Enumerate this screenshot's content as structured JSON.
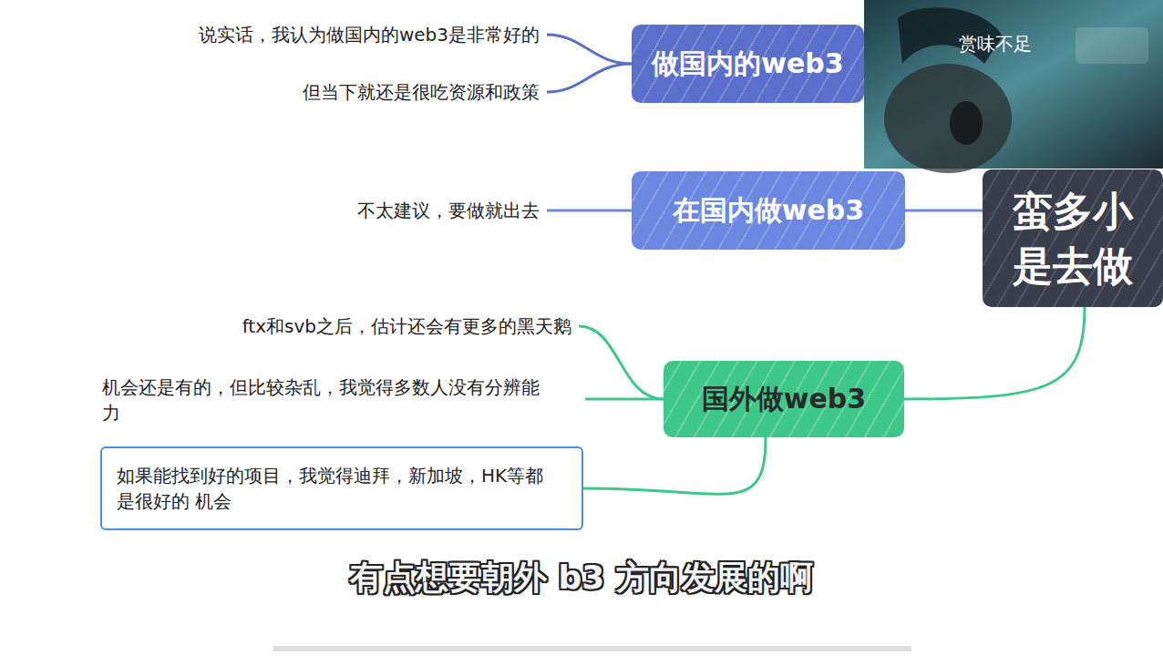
{
  "diagram": {
    "caption": "有点想要朝外 b3 方向发展的啊",
    "nodes": [
      {
        "text": [
          "做国内的web3"
        ]
      },
      {
        "text": [
          "在国内做web3"
        ]
      },
      {
        "text": [
          "蛮多小 是去做"
        ]
      },
      {
        "text": [
          "国外做web3"
        ]
      },
      {
        "text": [
          "如果能找到好的项目，我觉得迪拜，新加坡，HK等都是很好的 机会"
        ]
      }
    ],
    "edges": [
      {
        "from": 2,
        "to": 1,
        "arrow": "none"
      },
      {
        "from": 2,
        "to": 3,
        "arrow": "none"
      },
      {
        "from": 3,
        "to": 4,
        "arrow": "none"
      }
    ],
    "labels": [
      "说实话，我认为做国内的web3是非常好的",
      "但当下就还是很吃资源和政策",
      "不太建议，要做就出去",
      "ftx和svb之后，估计还会有更多的黑天鹅",
      "机会还是有的，但比较杂乱，我觉得多数人没有分辨能力",
      "赏味不足"
    ]
  }
}
